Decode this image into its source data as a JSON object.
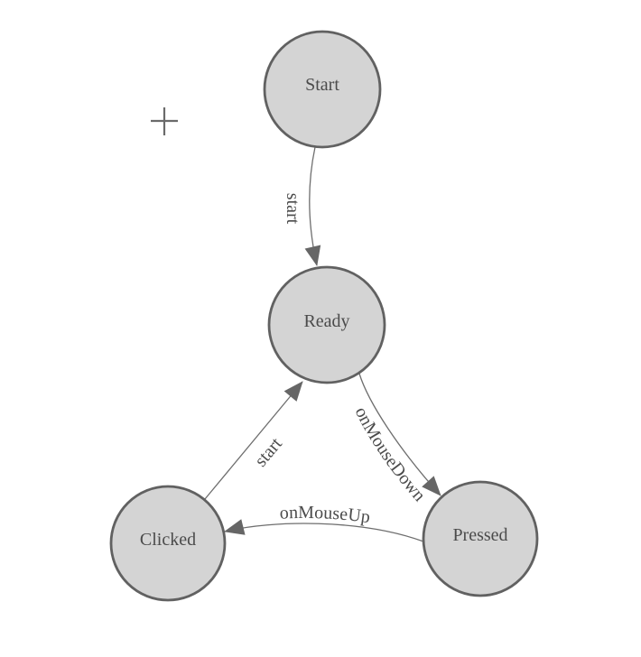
{
  "diagram": {
    "type": "state-diagram",
    "colors": {
      "background": "#ffffff",
      "node_fill": "#d4d4d4",
      "node_stroke": "#616161",
      "edge_stroke": "#6e6e6e",
      "arrow_fill": "#666666",
      "text": "#4b4b4b",
      "crosshair": "#6a6a6a"
    },
    "nodes": [
      {
        "id": "start",
        "label": "Start"
      },
      {
        "id": "ready",
        "label": "Ready"
      },
      {
        "id": "clicked",
        "label": "Clicked"
      },
      {
        "id": "pressed",
        "label": "Pressed"
      }
    ],
    "edges": [
      {
        "from": "Start",
        "to": "Ready",
        "label": "start"
      },
      {
        "from": "Clicked",
        "to": "Ready",
        "label": "start"
      },
      {
        "from": "Ready",
        "to": "Pressed",
        "label": "onMouseDown"
      },
      {
        "from": "Pressed",
        "to": "Clicked",
        "label": "onMouseUp"
      }
    ],
    "cursor": {
      "icon": "plus-crosshair"
    }
  }
}
